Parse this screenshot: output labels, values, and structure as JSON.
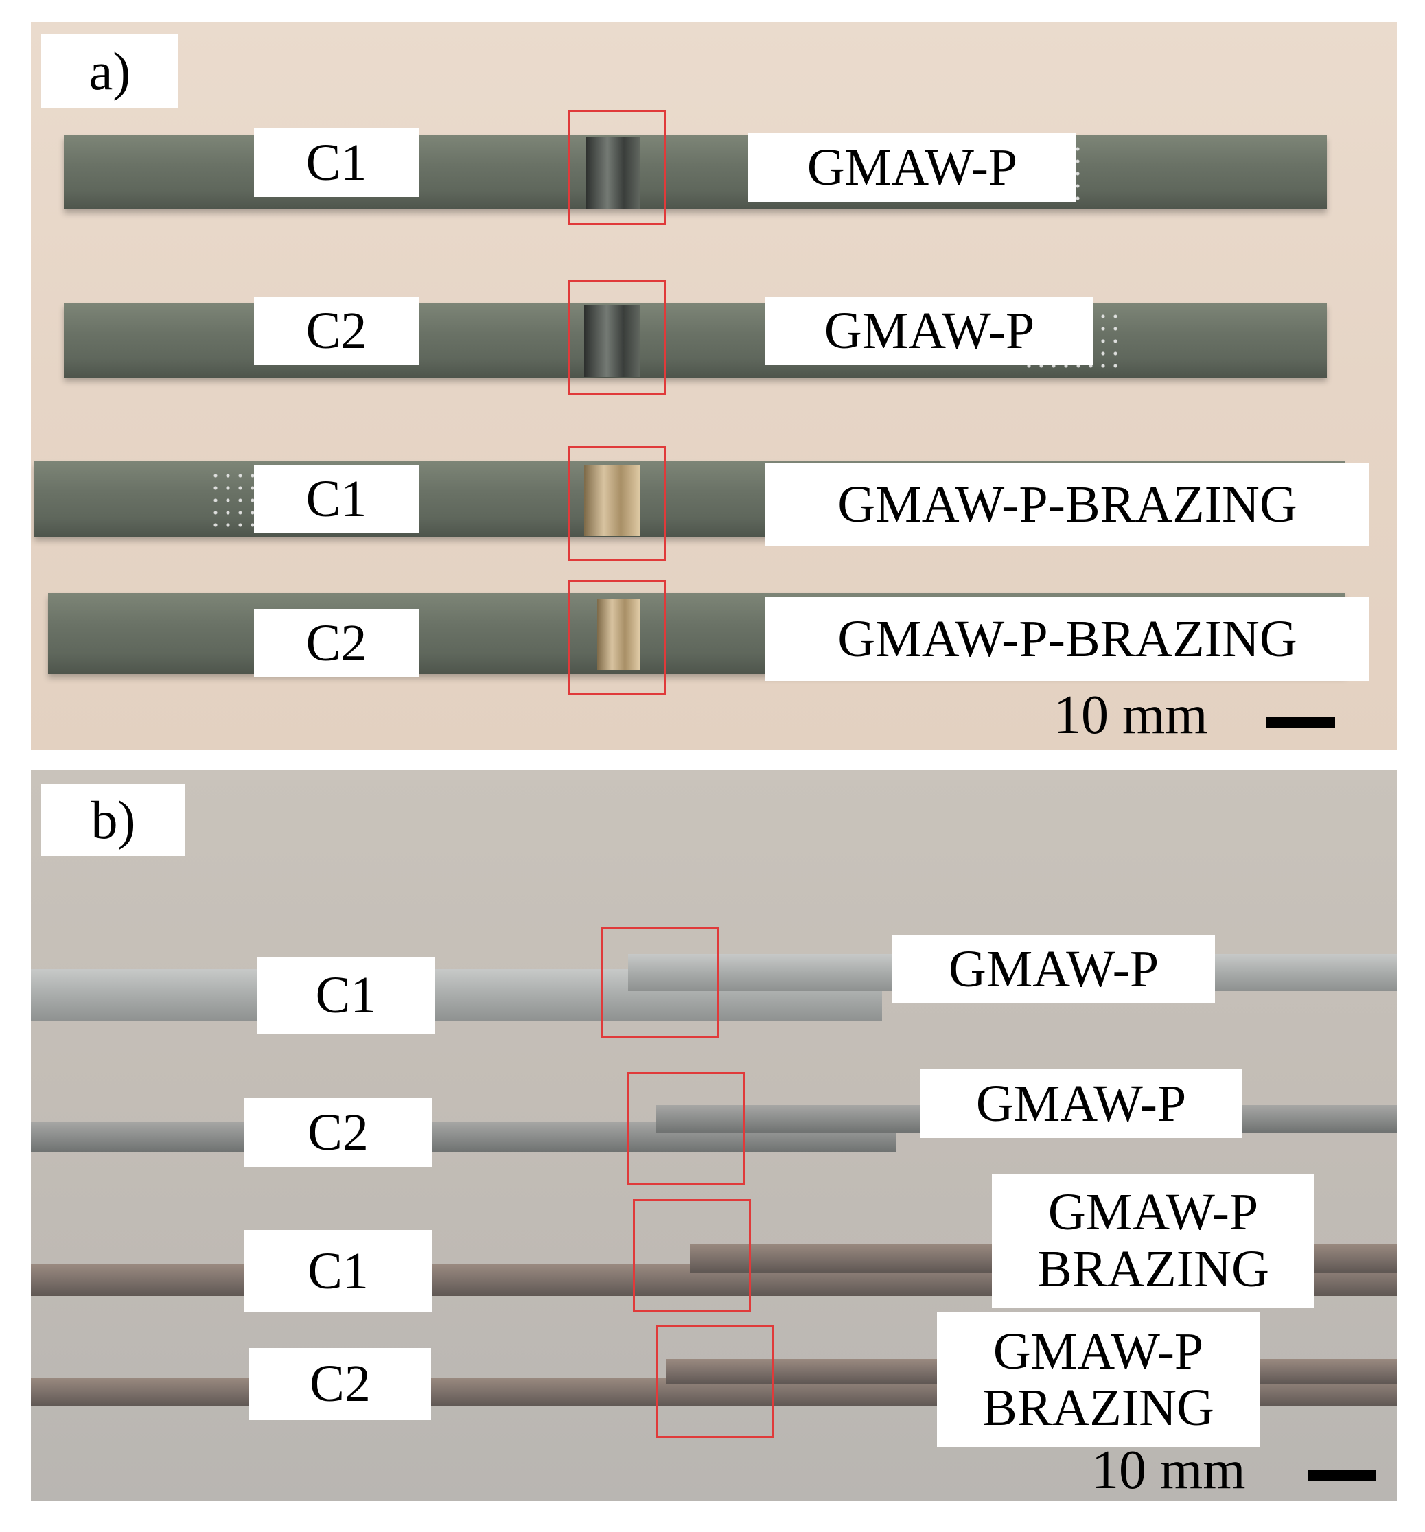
{
  "panel_a": {
    "label": "a)",
    "rows": [
      {
        "left": "C1",
        "right": "GMAW-P"
      },
      {
        "left": "C2",
        "right": "GMAW-P"
      },
      {
        "left": "C1",
        "right": "GMAW-P-BRAZING"
      },
      {
        "left": "C2",
        "right": "GMAW-P-BRAZING"
      }
    ],
    "scale": "10 mm"
  },
  "panel_b": {
    "label": "b)",
    "rows": [
      {
        "left": "C1",
        "right": "GMAW-P"
      },
      {
        "left": "C2",
        "right": "GMAW-P"
      },
      {
        "left": "C1",
        "right_line1": "GMAW-P",
        "right_line2": "BRAZING"
      },
      {
        "left": "C2",
        "right_line1": "GMAW-P",
        "right_line2": "BRAZING"
      }
    ],
    "scale": "10 mm"
  },
  "colors": {
    "highlight_box": "#e03a3a",
    "label_background": "#ffffff"
  }
}
